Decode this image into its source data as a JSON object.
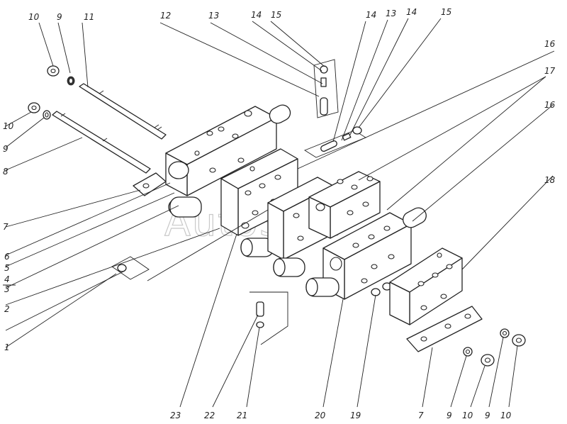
{
  "watermark": "AutoSoft",
  "labels": [
    {
      "id": "c10a",
      "text": "10"
    },
    {
      "id": "c9a",
      "text": "9"
    },
    {
      "id": "c11",
      "text": "11"
    },
    {
      "id": "c12",
      "text": "12"
    },
    {
      "id": "c13a",
      "text": "13"
    },
    {
      "id": "c14a",
      "text": "14"
    },
    {
      "id": "c15a",
      "text": "15"
    },
    {
      "id": "c14b",
      "text": "14"
    },
    {
      "id": "c13b",
      "text": "13"
    },
    {
      "id": "c14c",
      "text": "14"
    },
    {
      "id": "c15b",
      "text": "15"
    },
    {
      "id": "c16a",
      "text": "16"
    },
    {
      "id": "c17",
      "text": "17"
    },
    {
      "id": "c16b",
      "text": "16"
    },
    {
      "id": "c18",
      "text": "18"
    },
    {
      "id": "c10b",
      "text": "10"
    },
    {
      "id": "c9b",
      "text": "9"
    },
    {
      "id": "c8",
      "text": "8"
    },
    {
      "id": "c7a",
      "text": "7"
    },
    {
      "id": "c6",
      "text": "6"
    },
    {
      "id": "c5",
      "text": "5"
    },
    {
      "id": "c4",
      "text": "4"
    },
    {
      "id": "c3",
      "text": "3"
    },
    {
      "id": "c2",
      "text": "2"
    },
    {
      "id": "c1",
      "text": "1"
    },
    {
      "id": "c23",
      "text": "23"
    },
    {
      "id": "c22",
      "text": "22"
    },
    {
      "id": "c21",
      "text": "21"
    },
    {
      "id": "c20",
      "text": "20"
    },
    {
      "id": "c19",
      "text": "19"
    },
    {
      "id": "c7b",
      "text": "7"
    },
    {
      "id": "c9c",
      "text": "9"
    },
    {
      "id": "c10c",
      "text": "10"
    },
    {
      "id": "c9d",
      "text": "9"
    },
    {
      "id": "c10d",
      "text": "10"
    }
  ]
}
